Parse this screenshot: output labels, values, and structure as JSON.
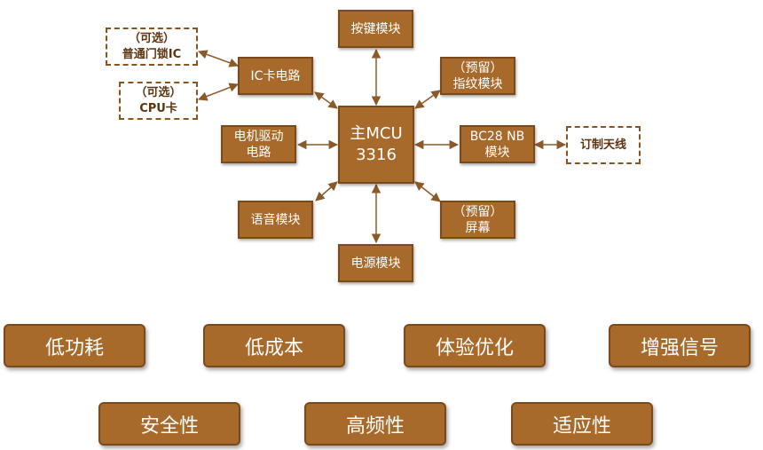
{
  "modules": {
    "buttons": "按键模块",
    "ic_card": "IC卡电路",
    "fingerprint": [
      "（预留）",
      "指纹模块"
    ],
    "mcu": [
      "主MCU",
      "3316"
    ],
    "motor": [
      "电机驱动",
      "电路"
    ],
    "nb": [
      "BC28 NB",
      "模块"
    ],
    "voice": "语音模块",
    "screen": [
      "（预留）",
      "屏幕"
    ],
    "power": "电源模块"
  },
  "external": {
    "ic_lock": [
      "（可选）",
      "普通门锁IC"
    ],
    "cpu_card": [
      "（可选）",
      "CPU卡"
    ],
    "antenna": "订制天线"
  },
  "features": [
    "低功耗",
    "低成本",
    "体验优化",
    "增强信号",
    "安全性",
    "高频性",
    "适应性"
  ],
  "colors": {
    "box_fill": "#a86a2b",
    "box_border": "#7b4a1a",
    "arrow": "#8a5a2a",
    "dashed_text": "#5b3410"
  }
}
